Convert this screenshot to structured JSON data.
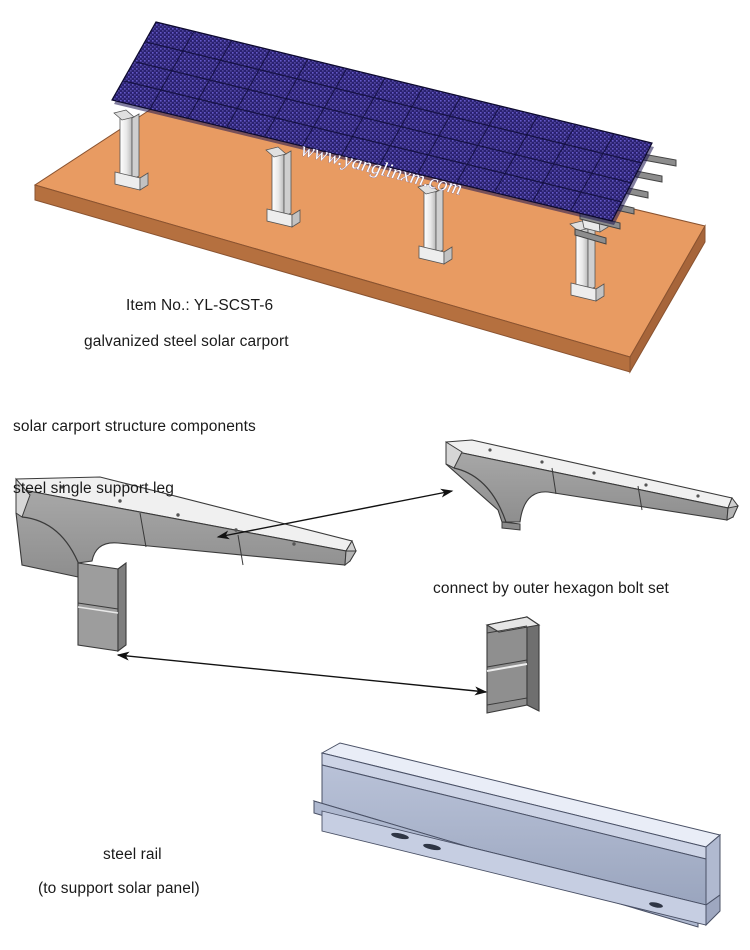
{
  "document": {
    "type": "product-spec-illustration",
    "title": "galvanized steel solar carport",
    "background_color": "#ffffff"
  },
  "hero": {
    "name": "solar-carport-assembly",
    "watermark": "www.yanglinxm.com",
    "item_label": "Item No.: YL-SCST-6",
    "description": "galvanized steel solar carport",
    "ground_color_top": "#e89b62",
    "ground_color_side": "#b5703f",
    "panel_color": "#2a2170",
    "panel_color_light": "#3b309a",
    "steel_color": "#f2f2f2",
    "panel_columns": 13,
    "panel_rows": 4,
    "support_posts": 4
  },
  "components": {
    "heading": "solar carport structure components",
    "items": [
      {
        "name": "steel-single-support-leg",
        "label": "steel single support leg",
        "color": "#9a9a9a"
      },
      {
        "name": "cantilever-beam",
        "label": "connect by outer hexagon bolt set",
        "color": "#9a9a9a"
      },
      {
        "name": "post-segment",
        "color": "#8f8f8f"
      },
      {
        "name": "steel-rail",
        "label": "steel rail",
        "sub_label": "(to support solar panel)",
        "color": "#c9d2e4"
      }
    ]
  },
  "labels": {
    "item_no": "Item No.: YL-SCST-6",
    "product": "galvanized steel solar carport",
    "components_heading": "solar carport structure components",
    "support_leg": "steel single support leg",
    "bolt_set": "connect by outer hexagon bolt set",
    "rail": "steel rail",
    "rail_sub": "(to support solar panel)"
  },
  "colors": {
    "ground": "#e89b62",
    "ground_edge": "#b5703f",
    "panel": "#2a2170",
    "steel_gray": "#9a9a9a",
    "rail_blue_gray": "#c9d2e4",
    "line": "#1a1a1a",
    "text": "#1a1a1a"
  }
}
